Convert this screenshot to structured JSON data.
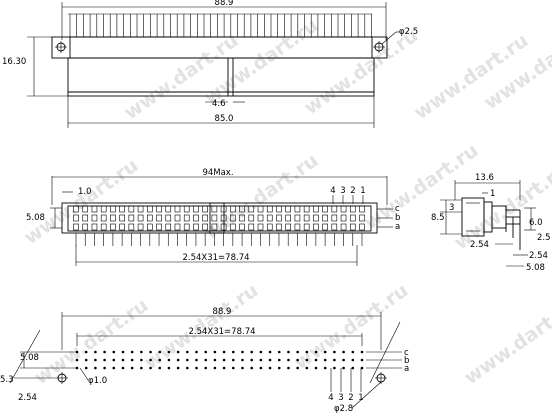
{
  "watermark": "www.dart.ru",
  "views": {
    "top": {
      "dims": {
        "width": "88.9",
        "height": "16.30",
        "hole": "φ2.5",
        "gap": "4.6",
        "base": "85.0"
      }
    },
    "front": {
      "dims": {
        "max": "94Max.",
        "left_offset": "1.0",
        "pitch": "5.08",
        "span": "2.54X31=78.74"
      },
      "pins": [
        "4",
        "3",
        "2",
        "1"
      ],
      "rows": [
        "c",
        "b",
        "a"
      ]
    },
    "side": {
      "dims": {
        "d1": "13.6",
        "d2": "1",
        "d3": "3",
        "d4": "8.5",
        "d5": "6.0",
        "d6": "2.5",
        "d7": "2.54",
        "d8": "2.54",
        "d9": "5.08"
      }
    },
    "pcb": {
      "dims": {
        "width": "88.9",
        "span": "2.54X31=78.74",
        "pitch": "5.08",
        "offset": "5.3",
        "pin_pitch": "2.54",
        "small_hole": "φ1.0",
        "large_hole": "φ2.8"
      },
      "pins": [
        "4",
        "3",
        "2",
        "1"
      ],
      "rows": [
        "c",
        "b",
        "a"
      ]
    }
  }
}
